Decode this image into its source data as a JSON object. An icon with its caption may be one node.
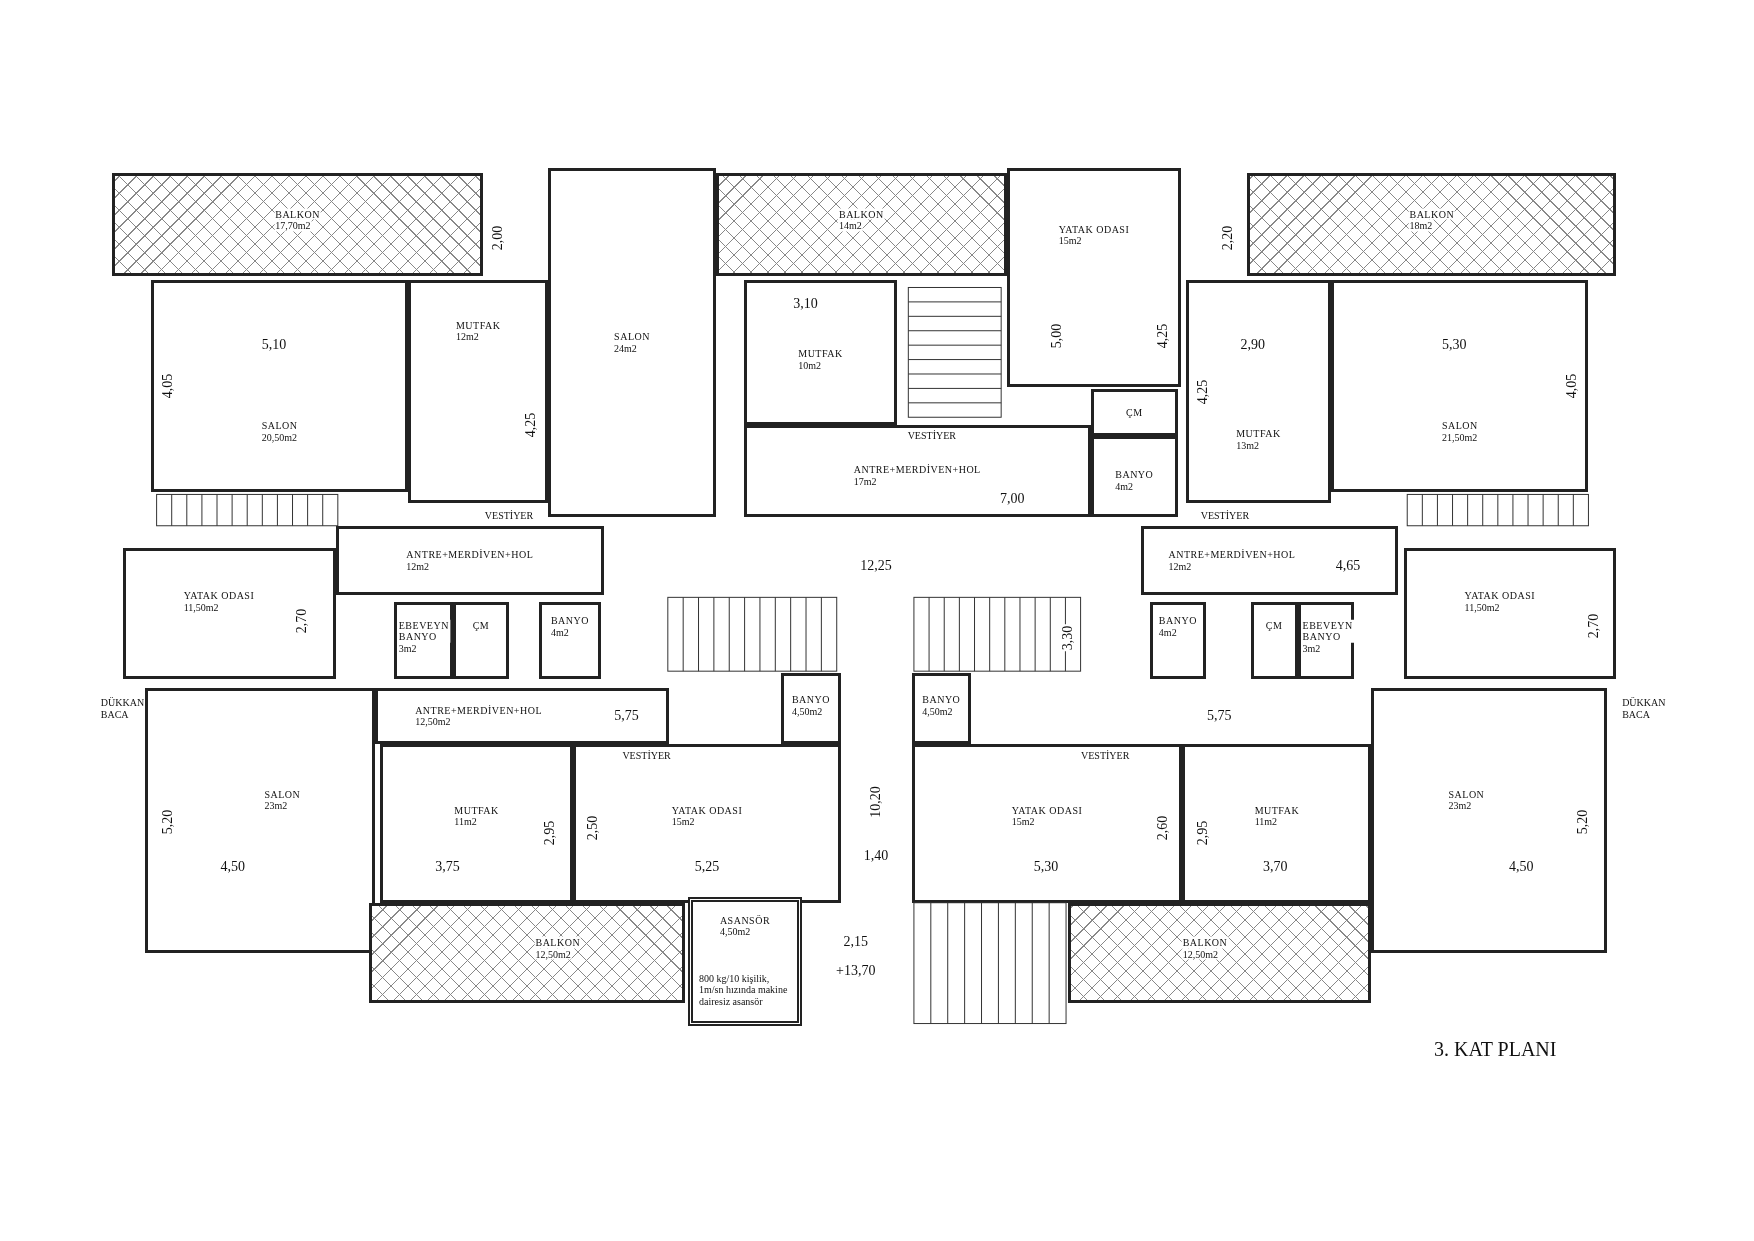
{
  "diagram": {
    "title": "3. KAT PLANI",
    "nodes": [
      {
        "text": [
          "BALKON",
          "17,70m2"
        ]
      },
      {
        "text": [
          "SALON",
          "24m2"
        ]
      },
      {
        "text": [
          "BALKON",
          "14m2"
        ]
      },
      {
        "text": [
          "YATAK ODASI",
          "15m2"
        ]
      },
      {
        "text": [
          "BALKON",
          "18m2"
        ]
      },
      {
        "text": [
          "SALON",
          "20,50m2"
        ]
      },
      {
        "text": [
          "MUTFAK",
          "12m2"
        ]
      },
      {
        "text": [
          "MUTFAK",
          "10m2"
        ]
      },
      {
        "text": [
          "MUTFAK",
          "13m2"
        ]
      },
      {
        "text": [
          "SALON",
          "21,50m2"
        ]
      },
      {
        "text": [
          "ÇM"
        ]
      },
      {
        "text": [
          "ANTRE+MERDİVEN+HOL",
          "17m2"
        ]
      },
      {
        "text": [
          "BANYO",
          "4m2"
        ]
      },
      {
        "text": [
          "ANTRE+MERDİVEN+HOL",
          "12m2"
        ]
      },
      {
        "text": [
          "ANTRE+MERDİVEN+HOL",
          "12m2"
        ]
      },
      {
        "text": [
          "YATAK ODASI",
          "11,50m2"
        ]
      },
      {
        "text": [
          "EBEVEYN BANYO",
          "3m2"
        ]
      },
      {
        "text": [
          "ÇM"
        ]
      },
      {
        "text": [
          "BANYO",
          "4m2"
        ]
      },
      {
        "text": [
          "BANYO",
          "4m2"
        ]
      },
      {
        "text": [
          "ÇM"
        ]
      },
      {
        "text": [
          "EBEVEYN BANYO",
          "3m2"
        ]
      },
      {
        "text": [
          "YATAK ODASI",
          "11,50m2"
        ]
      },
      {
        "text": [
          "BANYO",
          "4,50m2"
        ]
      },
      {
        "text": [
          "BANYO",
          "4,50m2"
        ]
      },
      {
        "text": [
          "SALON",
          "23m2"
        ]
      },
      {
        "text": [
          "ANTRE+MERDİVEN+HOL",
          "12,50m2"
        ]
      },
      {
        "text": [
          "MUTFAK",
          "11m2"
        ]
      },
      {
        "text": [
          "YATAK ODASI",
          "15m2"
        ]
      },
      {
        "text": [
          "YATAK ODASI",
          "15m2"
        ]
      },
      {
        "text": [
          "MUTFAK",
          "11m2"
        ]
      },
      {
        "text": [
          "SALON",
          "23m2"
        ]
      },
      {
        "text": [
          "ASANSÖR",
          "4,50m2"
        ]
      },
      {
        "text": [
          "BALKON",
          "12,50m2"
        ]
      },
      {
        "text": [
          "BALKON",
          "12,50m2"
        ]
      }
    ],
    "edges": [],
    "labels": [
      "2,00",
      "2,20",
      "5,10",
      "3,10",
      "2,90",
      "5,30",
      "4,05",
      "4,25",
      "5,00",
      "4,25",
      "4,25",
      "4,05",
      "2,70",
      "VESTİYER",
      "7,00",
      "VESTİYER",
      "VESTİYER",
      "12,25",
      "4,65",
      "2,70",
      "3,30",
      "5,75",
      "5,75",
      "DÜKKAN BACA",
      "DÜKKAN BACA",
      "VESTİYER",
      "VESTİYER",
      "10,20",
      "5,20",
      "2,95",
      "2,50",
      "2,60",
      "2,95",
      "5,20",
      "4,50",
      "3,75",
      "5,25",
      "1,40",
      "5,30",
      "3,70",
      "4,50",
      "2,15",
      "+13,70",
      "800 kg/10 kişilik, 1m/sn hızında makine dairesiz asansör"
    ]
  }
}
